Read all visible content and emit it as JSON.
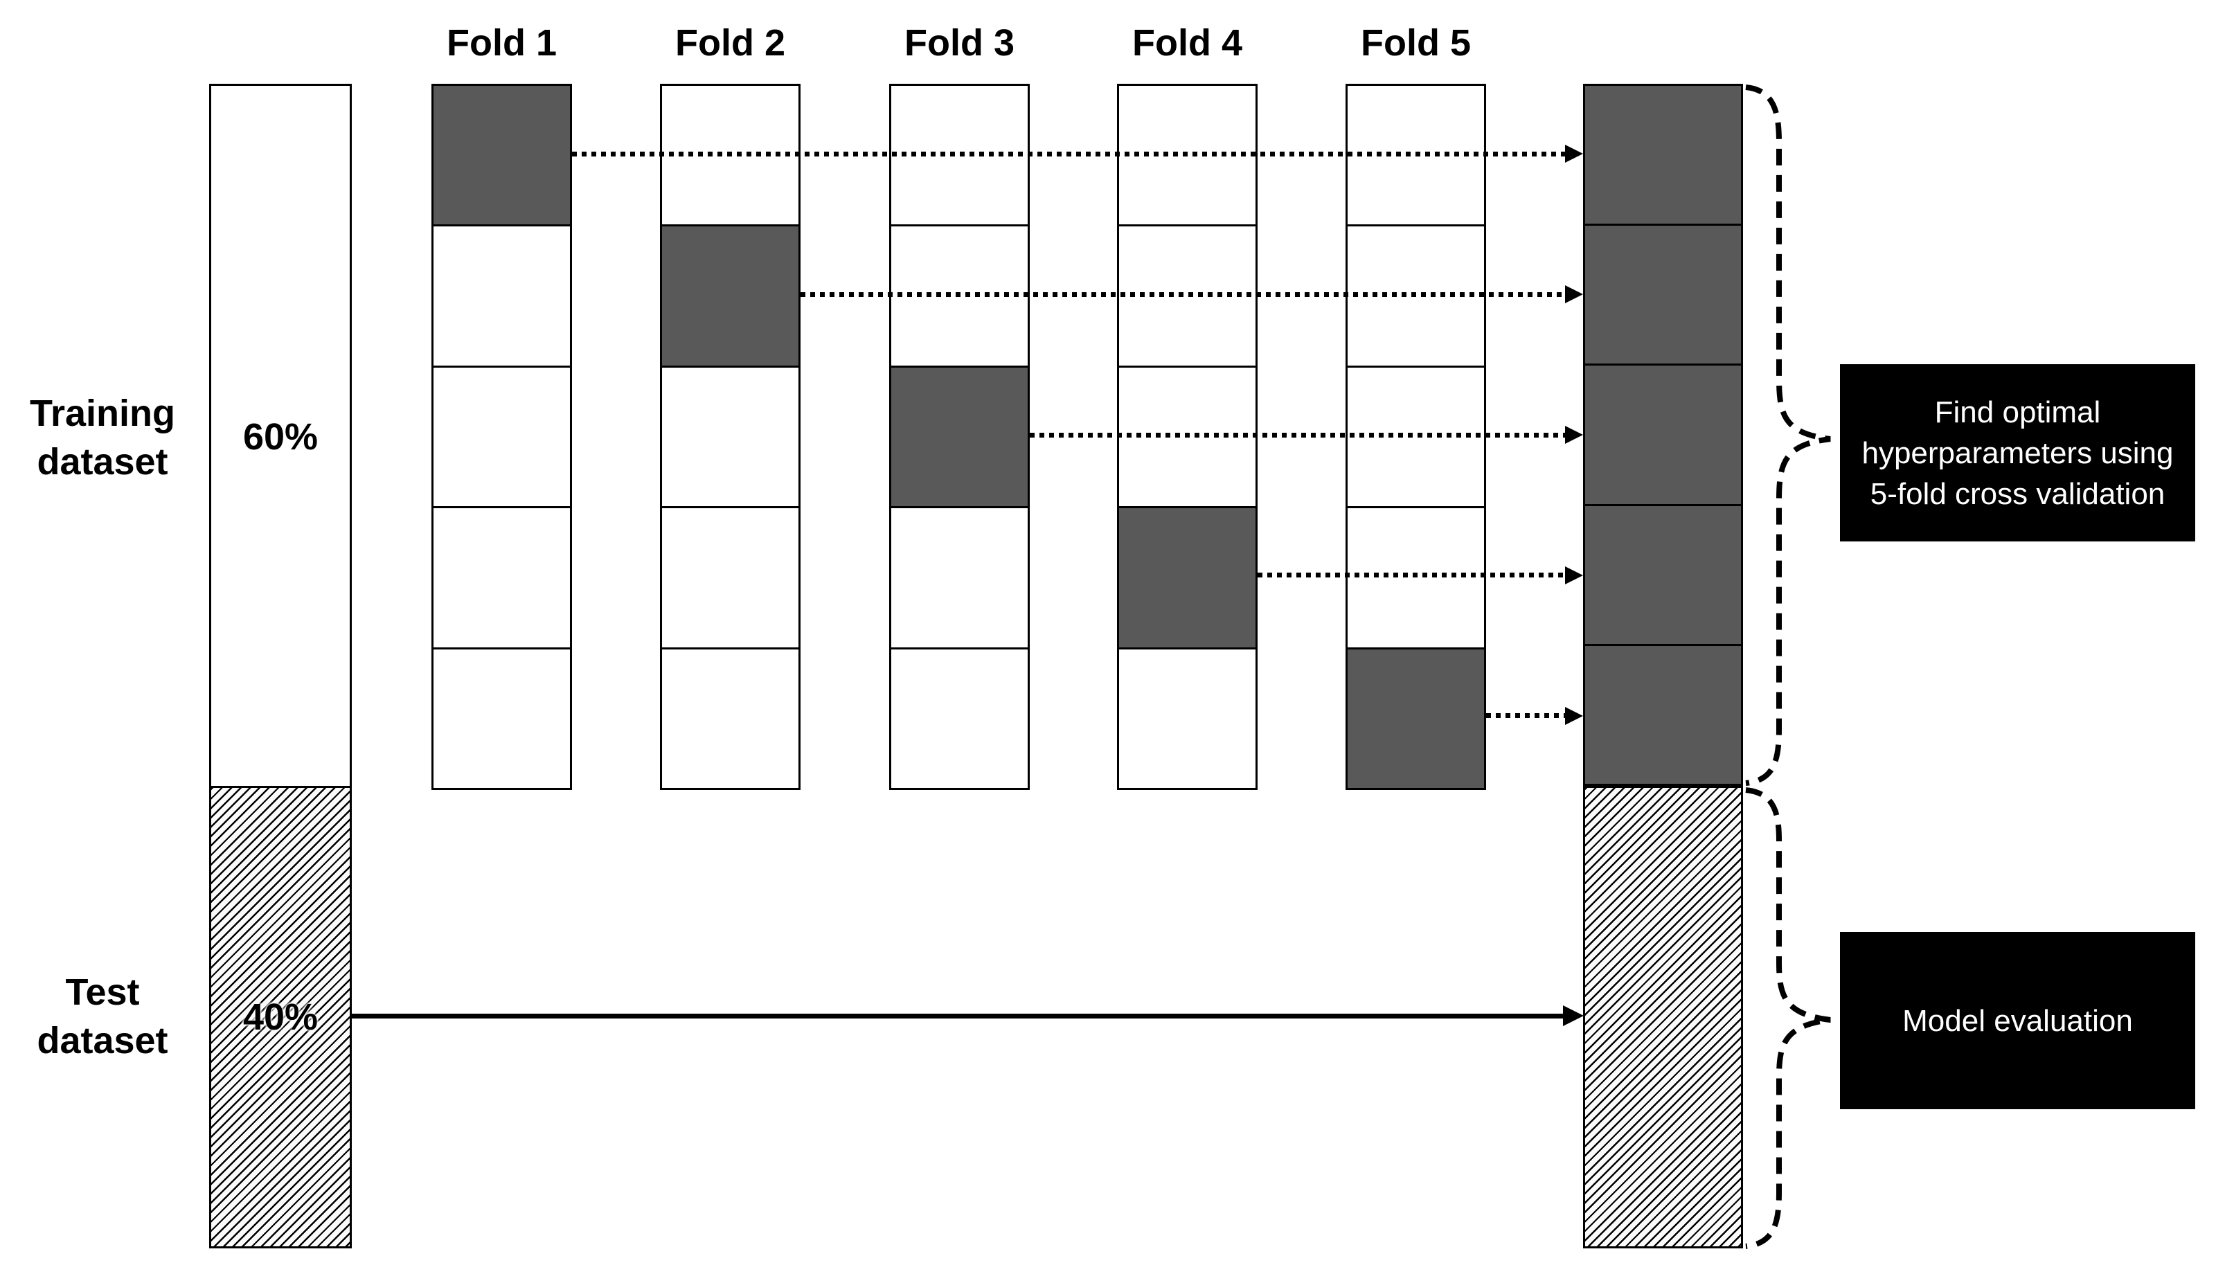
{
  "left_panel": {
    "training_label": "Training dataset",
    "training_percent": "60%",
    "test_label": "Test dataset",
    "test_percent": "40%"
  },
  "folds": [
    {
      "label": "Fold 1",
      "holdout_row": 0
    },
    {
      "label": "Fold 2",
      "holdout_row": 1
    },
    {
      "label": "Fold 3",
      "holdout_row": 2
    },
    {
      "label": "Fold 4",
      "holdout_row": 3
    },
    {
      "label": "Fold 5",
      "holdout_row": 4
    }
  ],
  "rows_per_fold": 5,
  "callouts": {
    "cv_box": "Find optimal hyperparameters using 5-fold cross validation",
    "eval_box": "Model evaluation"
  },
  "colors": {
    "holdout_fill": "#595959",
    "border": "#000000",
    "box_bg": "#000000",
    "box_text": "#ffffff"
  }
}
